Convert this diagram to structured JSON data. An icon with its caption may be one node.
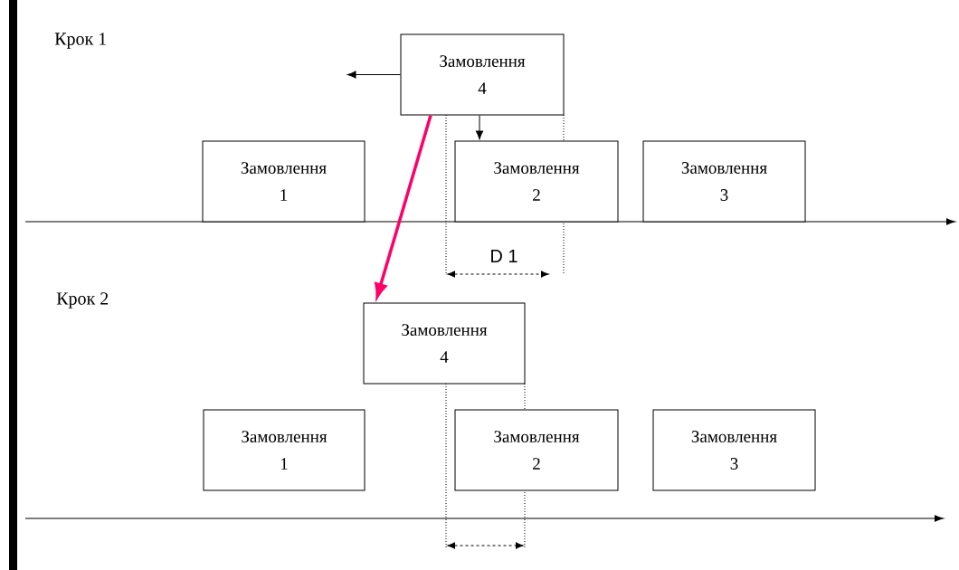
{
  "diagram": {
    "nodes": [
      {
        "text": [
          "Замовлення 4"
        ]
      },
      {
        "text": [
          "Замовлення 1"
        ]
      },
      {
        "text": [
          "Замовлення 2"
        ]
      },
      {
        "text": [
          "Замовлення 3"
        ]
      },
      {
        "text": [
          "Замовлення 4"
        ]
      },
      {
        "text": [
          "Замовлення 1"
        ]
      },
      {
        "text": [
          "Замовлення 2"
        ]
      },
      {
        "text": [
          "Замовлення 3"
        ]
      }
    ],
    "edges": [
      {
        "from": 0,
        "to": null,
        "arrow": "to"
      },
      {
        "from": 0,
        "to": 2,
        "arrow": "to"
      },
      {
        "from": 0,
        "to": 4,
        "arrow": "to",
        "style": "thick",
        "color": "#ff0066"
      }
    ],
    "labels": [
      "Крок 1",
      "D 1",
      "Крок 2"
    ]
  }
}
